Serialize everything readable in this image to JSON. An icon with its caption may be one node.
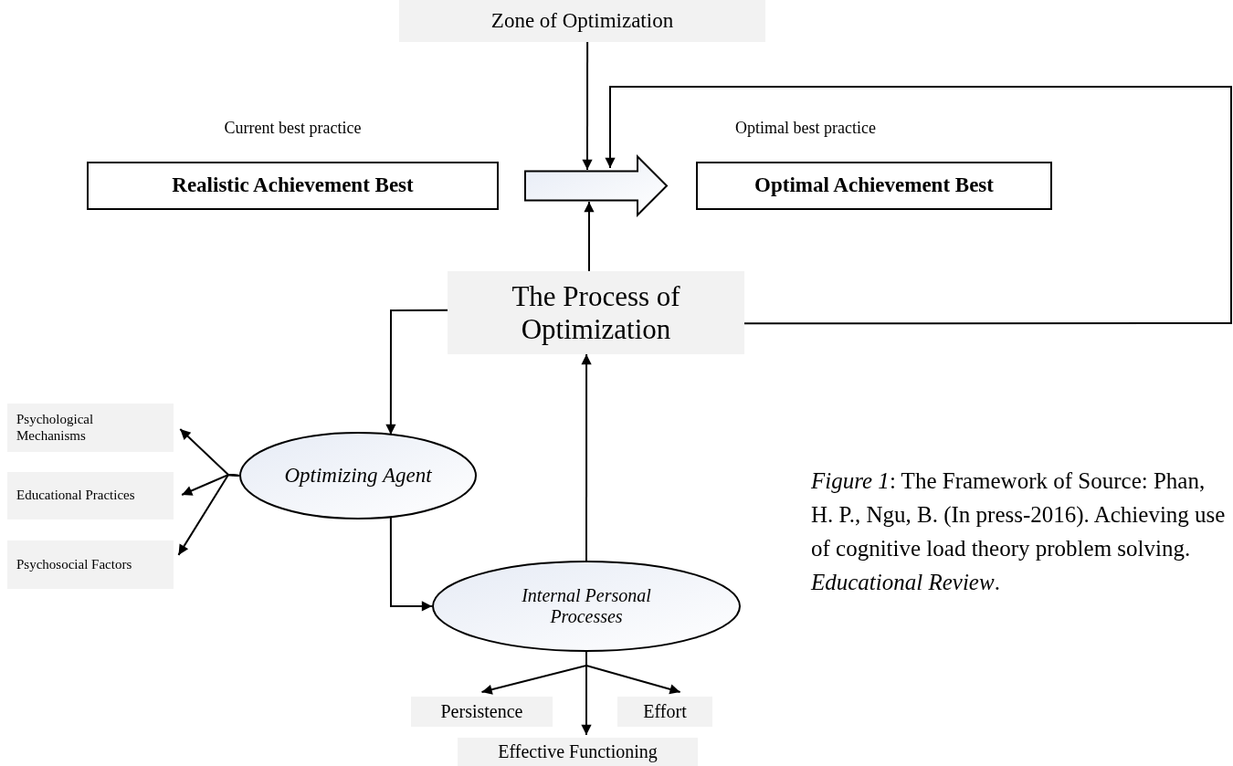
{
  "diagram": {
    "caption": "*Figure 1*: The Framework of Source: Phan, H. P., Ngu, B. (In press-2016). Achieving use of cognitive load theory problem solving. *Educational Review*.",
    "nodes": [
      {
        "text": [
          "Zone of Optimization"
        ]
      },
      {
        "text": [
          "Realistic Achievement Best"
        ],
        "beside": [
          "Current best practice"
        ]
      },
      {
        "text": [
          "Optimal Achievement Best"
        ],
        "beside": [
          "Optimal best practice"
        ]
      },
      {
        "text": [
          "The Process of Optimization"
        ]
      },
      {
        "text": [
          "Optimizing Agent"
        ]
      },
      {
        "text": [
          "Psychological Mechanisms"
        ]
      },
      {
        "text": [
          "Educational Practices"
        ]
      },
      {
        "text": [
          "Psychosocial Factors"
        ]
      },
      {
        "text": [
          "Internal Personal Processes"
        ]
      },
      {
        "text": [
          "Persistence"
        ]
      },
      {
        "text": [
          "Effort"
        ]
      },
      {
        "text": [
          "Effective Functioning"
        ]
      }
    ],
    "edges": [
      {
        "from": 0,
        "to": null,
        "arrow": "to"
      },
      {
        "from": 3,
        "to": null,
        "arrow": "to"
      },
      {
        "from": 3,
        "to": null,
        "arrow": "to"
      },
      {
        "from": 1,
        "to": 2,
        "arrow": "to",
        "style": "thick"
      },
      {
        "from": 3,
        "to": 4,
        "arrow": "to"
      },
      {
        "from": 4,
        "to": 5,
        "arrow": "to"
      },
      {
        "from": 4,
        "to": 6,
        "arrow": "to"
      },
      {
        "from": 4,
        "to": 7,
        "arrow": "to"
      },
      {
        "from": 4,
        "to": 8,
        "arrow": "to"
      },
      {
        "from": 8,
        "to": 3,
        "arrow": "to"
      },
      {
        "from": 8,
        "to": 9,
        "arrow": "to"
      },
      {
        "from": 8,
        "to": 11,
        "arrow": "to"
      },
      {
        "from": 8,
        "to": 10,
        "arrow": "to"
      }
    ]
  }
}
